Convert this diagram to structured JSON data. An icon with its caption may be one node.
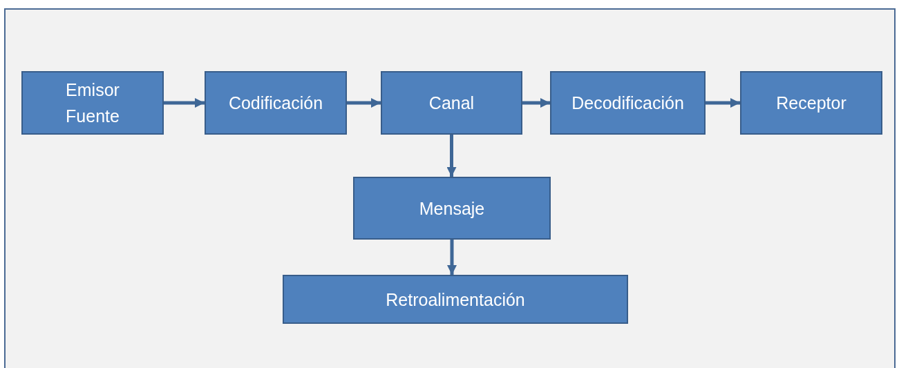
{
  "diagram": {
    "nodes": [
      {
        "text": [
          "Emisor Fuente"
        ]
      },
      {
        "text": [
          "Codificación"
        ]
      },
      {
        "text": [
          "Canal"
        ]
      },
      {
        "text": [
          "Decodificación"
        ]
      },
      {
        "text": [
          "Receptor"
        ]
      },
      {
        "text": [
          "Mensaje"
        ]
      },
      {
        "text": [
          "Retroalimentación"
        ]
      }
    ],
    "edges": [
      {
        "from": 0,
        "to": 1,
        "arrow": "to"
      },
      {
        "from": 1,
        "to": 2,
        "arrow": "to"
      },
      {
        "from": 2,
        "to": 3,
        "arrow": "to"
      },
      {
        "from": 3,
        "to": 4,
        "arrow": "to"
      },
      {
        "from": 2,
        "to": 5,
        "arrow": "to"
      },
      {
        "from": 5,
        "to": 6,
        "arrow": "to"
      }
    ]
  }
}
